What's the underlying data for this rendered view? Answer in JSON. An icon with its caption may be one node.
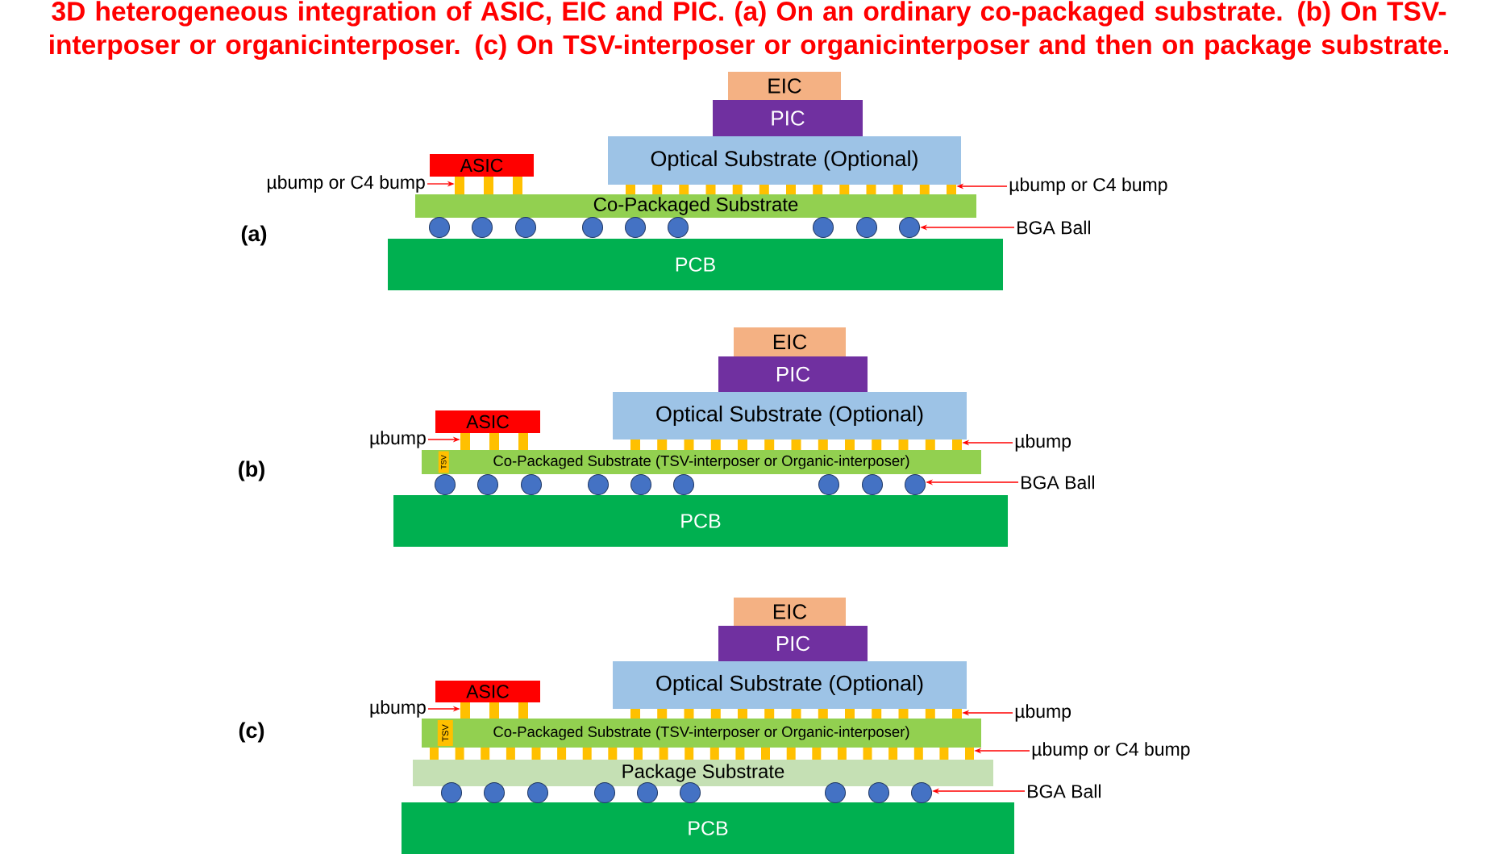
{
  "diagram": {
    "title": "3D heterogeneous integration of ASIC, EIC and PIC. (a) On an ordinary co-packaged substrate. (b) On TSV-interposer or organicinterposer. (c) On TSV-interposer or organicinterposer and then on package substrate.",
    "nodes": [
      {
        "text": [
          "EIC"
        ]
      },
      {
        "text": [
          "PIC"
        ]
      },
      {
        "text": [
          "Optical Substrate (Optional)"
        ]
      },
      {
        "text": [
          "ASIC"
        ]
      },
      {
        "text": [
          "Co-Packaged Substrate"
        ]
      },
      {
        "text": [
          "PCB"
        ]
      },
      {
        "text": [
          "µbump or C4 bump"
        ]
      },
      {
        "text": [
          "µbump or C4 bump"
        ]
      },
      {
        "text": [
          "BGA Ball"
        ]
      },
      {
        "text": [
          "EIC"
        ]
      },
      {
        "text": [
          "PIC"
        ]
      },
      {
        "text": [
          "Optical Substrate (Optional)"
        ]
      },
      {
        "text": [
          "ASIC"
        ]
      },
      {
        "text": [
          "Co-Packaged Substrate (TSV-interposer or Organic-interposer)"
        ]
      },
      {
        "text": [
          "TSV"
        ],
        "in": 13
      },
      {
        "text": [
          "PCB"
        ]
      },
      {
        "text": [
          "µbump"
        ]
      },
      {
        "text": [
          "µbump"
        ]
      },
      {
        "text": [
          "BGA Ball"
        ]
      },
      {
        "text": [
          "EIC"
        ]
      },
      {
        "text": [
          "PIC"
        ]
      },
      {
        "text": [
          "Optical Substrate (Optional)"
        ]
      },
      {
        "text": [
          "ASIC"
        ]
      },
      {
        "text": [
          "Co-Packaged Substrate (TSV-interposer or Organic-interposer)"
        ]
      },
      {
        "text": [
          "TSV"
        ],
        "in": 23
      },
      {
        "text": [
          "Package Substrate"
        ]
      },
      {
        "text": [
          "PCB"
        ]
      },
      {
        "text": [
          "µbump"
        ]
      },
      {
        "text": [
          "µbump"
        ]
      },
      {
        "text": [
          "µbump or C4 bump"
        ]
      },
      {
        "text": [
          "BGA Ball"
        ]
      },
      {
        "text": [],
        "shape": "bar"
      },
      {
        "text": [],
        "shape": "bar"
      },
      {
        "text": [],
        "shape": "bar"
      },
      {
        "text": [],
        "shape": "bar"
      },
      {
        "text": [],
        "shape": "bar"
      },
      {
        "text": [],
        "shape": "bar"
      },
      {
        "text": [],
        "shape": "bar"
      },
      {
        "text": [],
        "shape": "bar"
      },
      {
        "text": [],
        "shape": "bar"
      },
      {
        "text": [],
        "shape": "bar"
      },
      {
        "text": [],
        "shape": "bar"
      },
      {
        "text": [],
        "shape": "bar"
      },
      {
        "text": [],
        "shape": "bar"
      },
      {
        "text": [],
        "shape": "bar"
      },
      {
        "text": [],
        "shape": "bar"
      },
      {
        "text": [],
        "shape": "bar"
      },
      {
        "text": [],
        "shape": "circle"
      },
      {
        "text": [],
        "shape": "circle"
      },
      {
        "text": [],
        "shape": "circle"
      },
      {
        "text": [],
        "shape": "circle"
      },
      {
        "text": [],
        "shape": "circle"
      },
      {
        "text": [],
        "shape": "circle"
      },
      {
        "text": [],
        "shape": "circle"
      },
      {
        "text": [],
        "shape": "circle"
      },
      {
        "text": [],
        "shape": "circle"
      },
      {
        "text": [],
        "shape": "bar"
      },
      {
        "text": [],
        "shape": "bar"
      },
      {
        "text": [],
        "shape": "bar"
      },
      {
        "text": [],
        "shape": "bar"
      },
      {
        "text": [],
        "shape": "bar"
      },
      {
        "text": [],
        "shape": "bar"
      },
      {
        "text": [],
        "shape": "bar"
      },
      {
        "text": [],
        "shape": "bar"
      },
      {
        "text": [],
        "shape": "bar"
      },
      {
        "text": [],
        "shape": "bar"
      },
      {
        "text": [],
        "shape": "bar"
      },
      {
        "text": [],
        "shape": "bar"
      },
      {
        "text": [],
        "shape": "bar"
      },
      {
        "text": [],
        "shape": "bar"
      },
      {
        "text": [],
        "shape": "bar"
      },
      {
        "text": [],
        "shape": "bar"
      },
      {
        "text": [],
        "shape": "circle"
      },
      {
        "text": [],
        "shape": "circle"
      },
      {
        "text": [],
        "shape": "circle"
      },
      {
        "text": [],
        "shape": "circle"
      },
      {
        "text": [],
        "shape": "circle"
      },
      {
        "text": [],
        "shape": "circle"
      },
      {
        "text": [],
        "shape": "circle"
      },
      {
        "text": [],
        "shape": "circle"
      },
      {
        "text": [],
        "shape": "circle"
      },
      {
        "text": [],
        "shape": "bar"
      },
      {
        "text": [],
        "shape": "bar"
      },
      {
        "text": [],
        "shape": "bar"
      },
      {
        "text": [],
        "shape": "bar"
      },
      {
        "text": [],
        "shape": "bar"
      },
      {
        "text": [],
        "shape": "bar"
      },
      {
        "text": [],
        "shape": "bar"
      },
      {
        "text": [],
        "shape": "bar"
      },
      {
        "text": [],
        "shape": "bar"
      },
      {
        "text": [],
        "shape": "bar"
      },
      {
        "text": [],
        "shape": "bar"
      },
      {
        "text": [],
        "shape": "bar"
      },
      {
        "text": [],
        "shape": "bar"
      },
      {
        "text": [],
        "shape": "bar"
      },
      {
        "text": [],
        "shape": "bar"
      },
      {
        "text": [],
        "shape": "bar"
      },
      {
        "text": [],
        "shape": "bar"
      },
      {
        "text": [],
        "shape": "bar"
      },
      {
        "text": [],
        "shape": "bar"
      },
      {
        "text": [],
        "shape": "bar"
      },
      {
        "text": [],
        "shape": "bar"
      },
      {
        "text": [],
        "shape": "bar"
      },
      {
        "text": [],
        "shape": "bar"
      },
      {
        "text": [],
        "shape": "bar"
      },
      {
        "text": [],
        "shape": "bar"
      },
      {
        "text": [],
        "shape": "bar"
      },
      {
        "text": [],
        "shape": "bar"
      },
      {
        "text": [],
        "shape": "bar"
      },
      {
        "text": [],
        "shape": "bar"
      },
      {
        "text": [],
        "shape": "bar"
      },
      {
        "text": [],
        "shape": "bar"
      },
      {
        "text": [],
        "shape": "bar"
      },
      {
        "text": [],
        "shape": "bar"
      },
      {
        "text": [],
        "shape": "bar"
      },
      {
        "text": [],
        "shape": "bar"
      },
      {
        "text": [],
        "shape": "bar"
      },
      {
        "text": [],
        "shape": "bar"
      },
      {
        "text": [],
        "shape": "bar"
      },
      {
        "text": [],
        "shape": "circle"
      },
      {
        "text": [],
        "shape": "circle"
      },
      {
        "text": [],
        "shape": "circle"
      },
      {
        "text": [],
        "shape": "circle"
      },
      {
        "text": [],
        "shape": "circle"
      },
      {
        "text": [],
        "shape": "circle"
      },
      {
        "text": [],
        "shape": "circle"
      },
      {
        "text": [],
        "shape": "circle"
      },
      {
        "text": [],
        "shape": "circle"
      }
    ],
    "edges": [
      {
        "from": 6,
        "to": 31,
        "arrow": "to"
      },
      {
        "from": 7,
        "to": 46,
        "arrow": "to"
      },
      {
        "from": 8,
        "to": 55,
        "arrow": "to"
      },
      {
        "from": 16,
        "to": 56,
        "arrow": "to"
      },
      {
        "from": 17,
        "to": 71,
        "arrow": "to"
      },
      {
        "from": 18,
        "to": 80,
        "arrow": "to"
      },
      {
        "from": 27,
        "to": 81,
        "arrow": "to"
      },
      {
        "from": 28,
        "to": 96,
        "arrow": "to"
      },
      {
        "from": 29,
        "to": 118,
        "arrow": "to"
      },
      {
        "from": 30,
        "to": 127,
        "arrow": "to"
      }
    ],
    "labels": [
      "(a)",
      "(b)",
      "(c)"
    ]
  }
}
